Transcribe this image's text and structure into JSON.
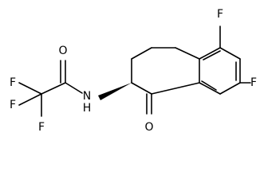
{
  "structure": {
    "atoms": {
      "f_top": "F",
      "f_right": "F",
      "f_left_upper": "F",
      "f_left_middle": "F",
      "f_left_lower": "F",
      "o_amide": "O",
      "o_ketone": "O",
      "n_amide": "N",
      "h_amide": "H"
    },
    "colors": {
      "line": "#000000",
      "background": "#ffffff"
    }
  }
}
